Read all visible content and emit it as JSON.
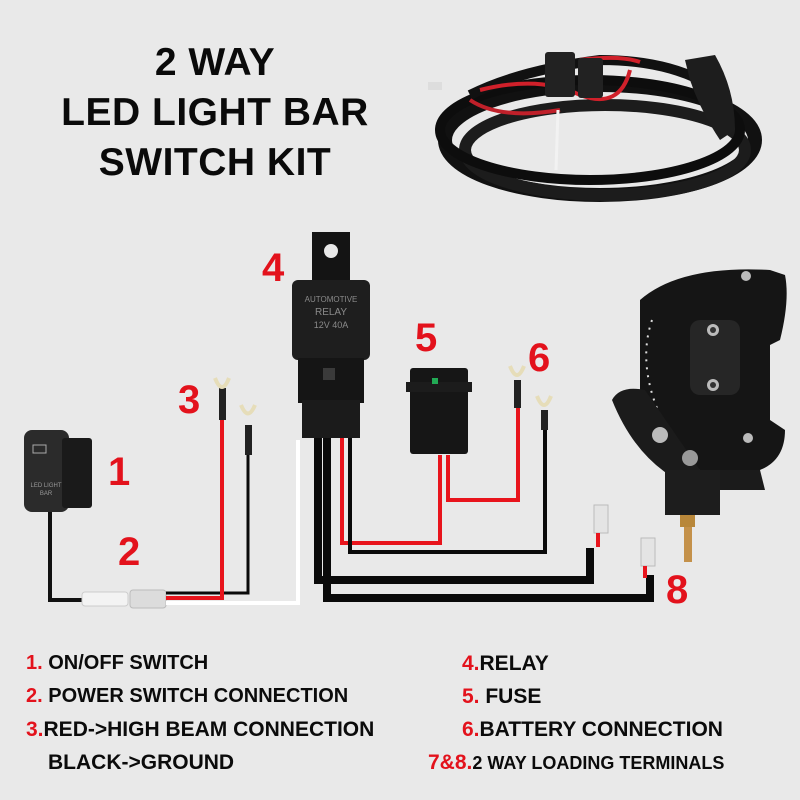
{
  "title": {
    "line1": "2 WAY",
    "line2": "LED LIGHT BAR",
    "line3": "SWITCH KIT"
  },
  "relay": {
    "text_line1": "AUTOMOTIVE",
    "text_line2": "RELAY",
    "text_line3": "12V   40A"
  },
  "switch": {
    "text_line1": "LED LIGHT",
    "text_line2": "BAR"
  },
  "callouts": [
    "1",
    "2",
    "3",
    "4",
    "5",
    "6",
    "8"
  ],
  "legend": {
    "left": [
      {
        "num": "1.",
        "label": "ON/OFF SWITCH"
      },
      {
        "num": "2.",
        "label": "POWER SWITCH CONNECTION"
      },
      {
        "num": "3.",
        "label": "RED->HIGH BEAM CONNECTION"
      },
      {
        "num": "",
        "label": "BLACK->GROUND"
      }
    ],
    "right": [
      {
        "num": "4.",
        "label": "RELAY"
      },
      {
        "num": "5.",
        "label": "FUSE"
      },
      {
        "num": "6.",
        "label": "BATTERY CONNECTION"
      },
      {
        "num": "7&8.",
        "label": "2 WAY LOADING TERMINALS"
      }
    ]
  },
  "colors": {
    "background": "#e9e9e9",
    "accent_red": "#e3121c",
    "wire_red": "#e8141c",
    "wire_black": "#0a0a0a",
    "text": "#0b0b0b"
  }
}
